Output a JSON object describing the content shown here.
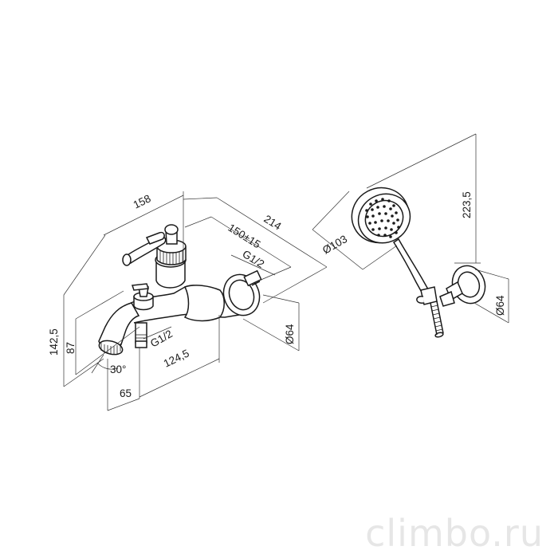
{
  "dimensions": {
    "width_158": "158",
    "width_214": "214",
    "spacing": "150±15",
    "thread_top": "G1/2",
    "thread_bottom": "G1/2",
    "height_142_5": "142,5",
    "height_87": "87",
    "angle": "30°",
    "offset_65": "65",
    "offset_124_5": "124,5",
    "flange_diameter_mixer": "Ø64",
    "head_diameter": "Ø103",
    "height_223_5": "223,5",
    "flange_diameter_holder": "Ø64"
  },
  "watermark": "climbo.ru"
}
